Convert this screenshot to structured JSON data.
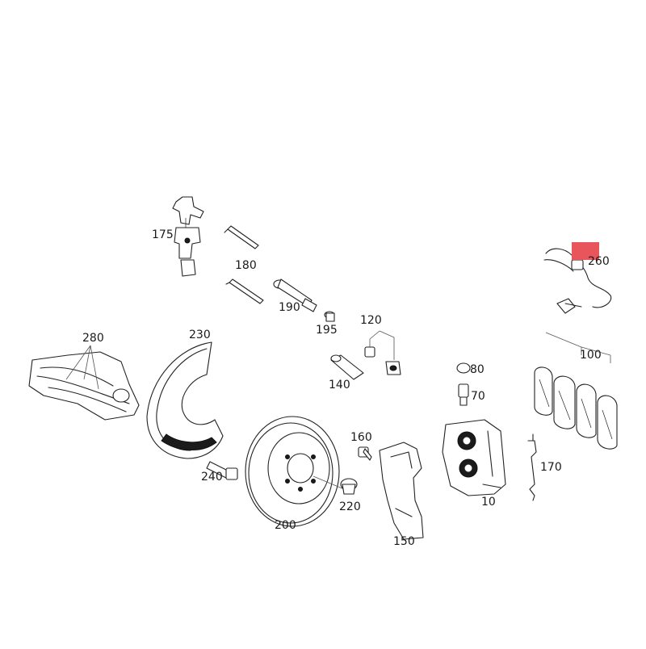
{
  "diagram": {
    "part_numbers": {
      "p175": "175",
      "p180": "180",
      "p190": "190",
      "p195": "195",
      "p120": "120",
      "p260": "260",
      "p280": "280",
      "p230": "230",
      "p140": "140",
      "p80": "80",
      "p70": "70",
      "p100": "100",
      "p160": "160",
      "p240": "240",
      "p220": "220",
      "p200": "200",
      "p150": "150",
      "p10": "10",
      "p170": "170"
    },
    "highlight_color": "#e8555b"
  }
}
